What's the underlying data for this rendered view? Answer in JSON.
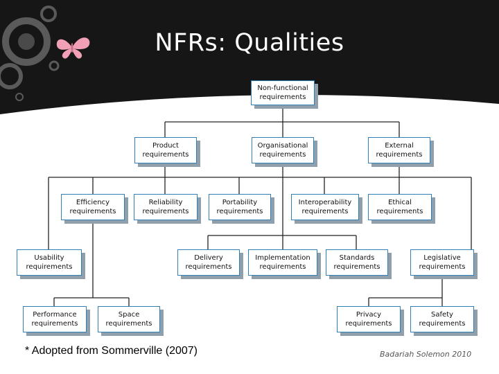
{
  "slide": {
    "title": "NFRs: Qualities",
    "footnote": "* Adopted from Sommerville (2007)",
    "credit": "Badariah Solemon 2010",
    "colors": {
      "header": "#161616",
      "box_border": "#2f7fb6",
      "box_shadow": "#8fa0ac",
      "connector": "#222222",
      "butterfly": "#f2a0b6"
    }
  },
  "diagram": {
    "root": {
      "label": "Non-functional\nrequirements"
    },
    "categories": {
      "product": {
        "label": "Product\nrequirements"
      },
      "organisational": {
        "label": "Organisational\nrequirements"
      },
      "external": {
        "label": "External\nrequirements"
      }
    },
    "leaves": {
      "efficiency": {
        "label": "Efficiency\nrequirements"
      },
      "reliability": {
        "label": "Reliability\nrequirements"
      },
      "portability": {
        "label": "Portability\nrequirements"
      },
      "interoperability": {
        "label": "Interoperability\nrequirements"
      },
      "ethical": {
        "label": "Ethical\nrequirements"
      },
      "usability": {
        "label": "Usability\nrequirements"
      },
      "delivery": {
        "label": "Delivery\nrequirements"
      },
      "implementation": {
        "label": "Implementation\nrequirements"
      },
      "standards": {
        "label": "Standards\nrequirements"
      },
      "legislative": {
        "label": "Legislative\nrequirements"
      },
      "performance": {
        "label": "Performance\nrequirements"
      },
      "space": {
        "label": "Space\nrequirements"
      },
      "privacy": {
        "label": "Privacy\nrequirements"
      },
      "safety": {
        "label": "Safety\nrequirements"
      }
    }
  }
}
